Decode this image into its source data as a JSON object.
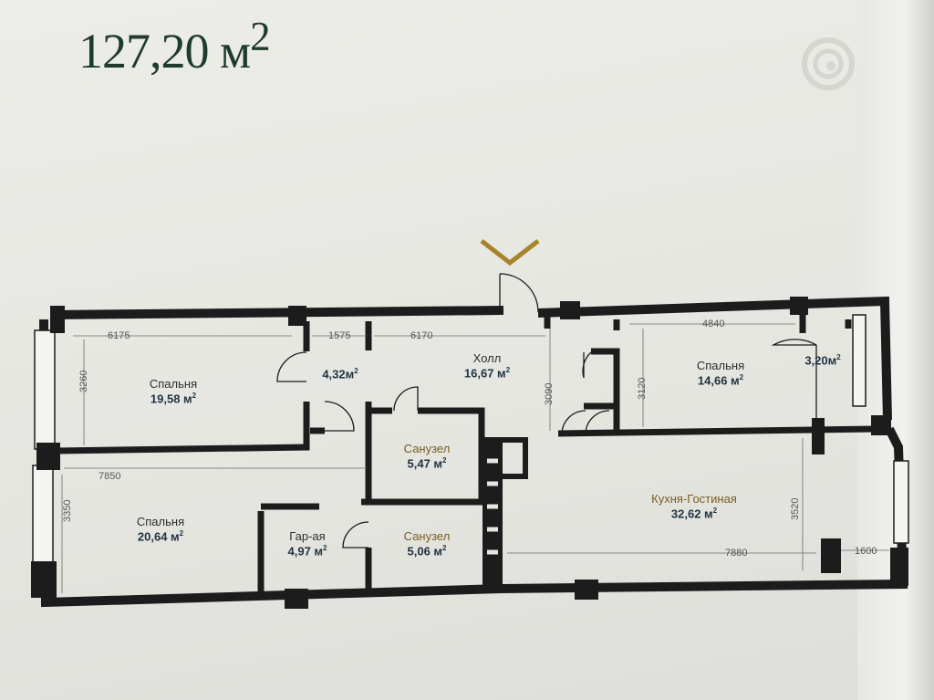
{
  "header": {
    "total_area": "127,20 м²"
  },
  "colors": {
    "wall": "#1c1c1c",
    "accent_gold": "#a8832a",
    "title_green": "#1f3b2c"
  },
  "icons": {
    "entry": "chevron-down-icon",
    "logo": "spiral-logo-icon"
  },
  "rooms": {
    "bedroom1": {
      "name": "Спальня",
      "area": "19,58 м²"
    },
    "closet1": {
      "name": "",
      "area": "4,32м²"
    },
    "hall": {
      "name": "Холл",
      "area": "16,67 м²"
    },
    "bedroom2": {
      "name": "Спальня",
      "area": "14,66 м²"
    },
    "closet2": {
      "name": "",
      "area": "3,20м²"
    },
    "bathroom1": {
      "name": "Санузел",
      "area": "5,47 м²"
    },
    "bedroom3": {
      "name": "Спальня",
      "area": "20,64 м²"
    },
    "dressing": {
      "name": "Гар-ая",
      "area": "4,97 м²"
    },
    "bathroom2": {
      "name": "Санузел",
      "area": "5,06 м²"
    },
    "kitchen": {
      "name": "Кухня-Гостиная",
      "area": "32,62 м²"
    }
  },
  "dimensions": {
    "bedroom1_width": "6175",
    "closet1_width": "1575",
    "hall_width": "6170",
    "bedroom2_width": "4840",
    "bedroom1_height": "3260",
    "hall_height": "3090",
    "bedroom2_height": "3120",
    "bedroom3_width": "7850",
    "bedroom3_height": "3350",
    "kitchen_height": "3520",
    "kitchen_width": "7880",
    "balcony_width": "1600"
  }
}
